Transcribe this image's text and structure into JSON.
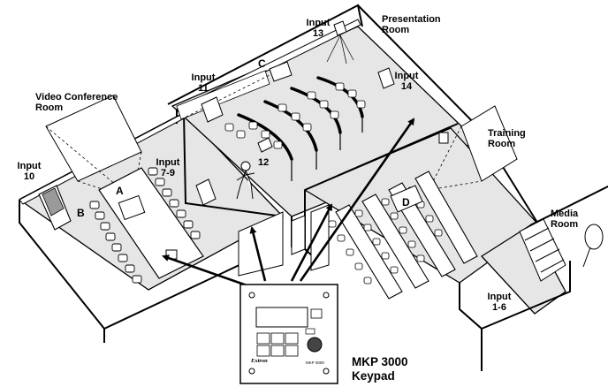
{
  "rooms": {
    "video_conference": "Video Conference\nRoom",
    "presentation": "Presentation\nRoom",
    "training": "Training\nRoom",
    "media": "Media\nRoom"
  },
  "inputs": {
    "i10": "Input\n10",
    "i7_9": "Input\n7-9",
    "i11": "Input\n11",
    "i13": "Input\n13",
    "i14": "Input\n14",
    "i1_6": "Input\n1-6",
    "i12": "12"
  },
  "markers": {
    "a": "A",
    "b": "B",
    "c": "C",
    "d": "D"
  },
  "keypad": {
    "title": "MKP 3000\nKeypad",
    "brand": "Extron",
    "model": "MKP 3000"
  }
}
